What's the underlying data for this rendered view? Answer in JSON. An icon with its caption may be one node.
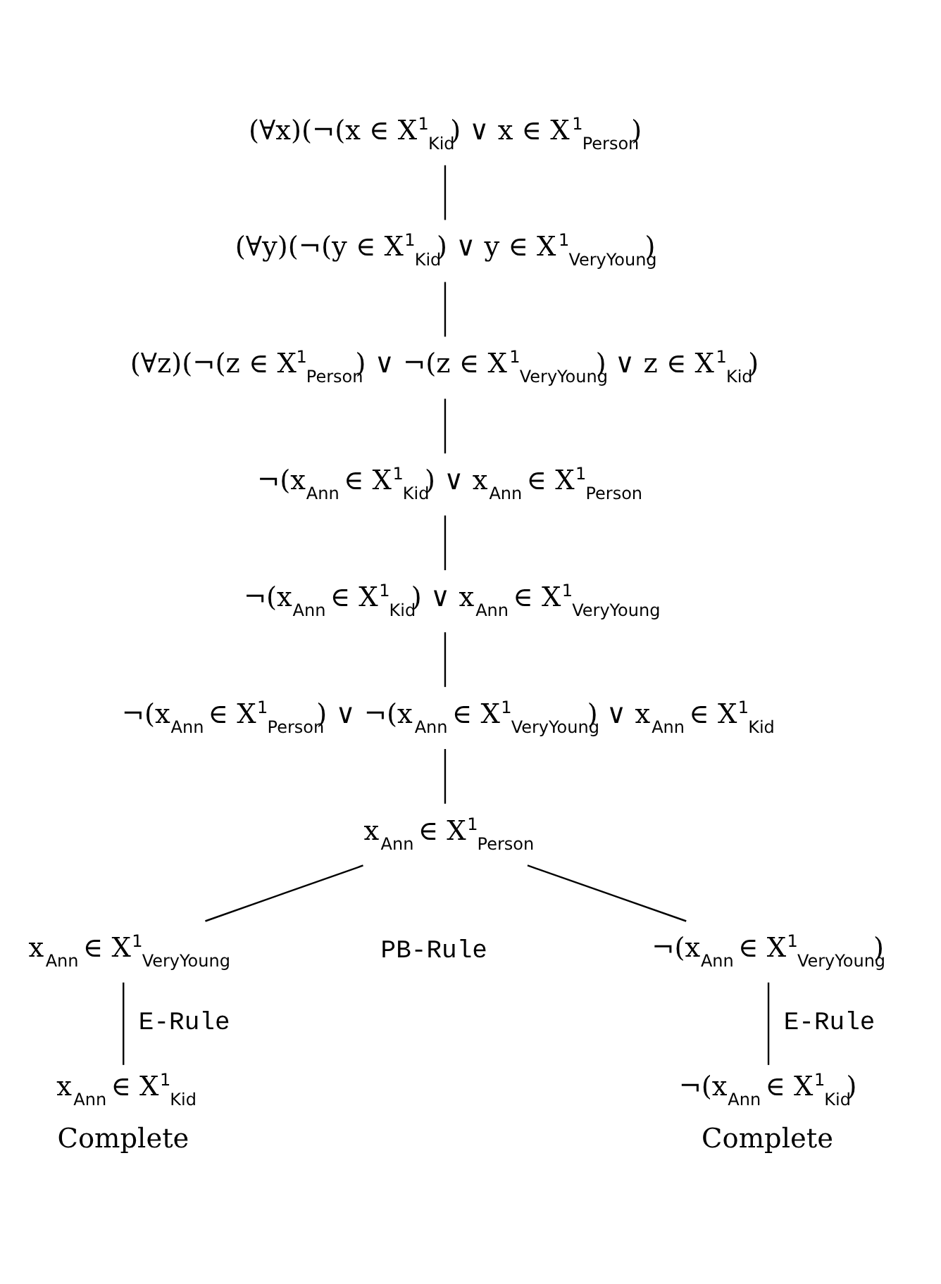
{
  "diagram": {
    "nodes": [
      {
        "text": [
          "(∀x)(¬(x ∈ X$^{1}$$_{Kid}$) ∨ x ∈ X$^{1}$$_{Person}$)"
        ]
      },
      {
        "text": [
          "(∀y)(¬(y ∈ X$^{1}$$_{Kid}$) ∨ y ∈ X$^{1}$$_{VeryYoung}$)"
        ]
      },
      {
        "text": [
          "(∀z)(¬(z ∈ X$^{1}$$_{Person}$) ∨ ¬(z ∈ X$^{1}$$_{VeryYoung}$) ∨ z ∈ X$^{1}$$_{Kid}$)"
        ]
      },
      {
        "text": [
          "¬(x$_{Ann}$ ∈ X$^{1}$$_{Kid}$) ∨ x$_{Ann}$ ∈ X$^{1}$$_{Person}$"
        ]
      },
      {
        "text": [
          "¬(x$_{Ann}$ ∈ X$^{1}$$_{Kid}$) ∨ x$_{Ann}$ ∈ X$^{1}$$_{VeryYoung}$"
        ]
      },
      {
        "text": [
          "¬(x$_{Ann}$ ∈ X$^{1}$$_{Person}$) ∨ ¬(x$_{Ann}$ ∈ X$^{1}$$_{VeryYoung}$) ∨ x$_{Ann}$ ∈ X$^{1}$$_{Kid}$"
        ]
      },
      {
        "text": [
          "x$_{Ann}$ ∈ X$^{1}$$_{Person}$"
        ]
      },
      {
        "text": [
          "x$_{Ann}$ ∈ X$^{1}$$_{VeryYoung}$"
        ]
      },
      {
        "text": [
          "¬(x$_{Ann}$ ∈ X$^{1}$$_{VeryYoung}$)"
        ]
      },
      {
        "text": [
          "x$_{Ann}$ ∈ X$^{1}$$_{Kid}$"
        ],
        "beside": [
          "Complete"
        ]
      },
      {
        "text": [
          "¬(x$_{Ann}$ ∈ X$^{1}$$_{Kid}$)"
        ],
        "beside": [
          "Complete"
        ]
      }
    ],
    "edges": [
      {
        "from": 0,
        "to": 1,
        "arrow": "none"
      },
      {
        "from": 1,
        "to": 2,
        "arrow": "none"
      },
      {
        "from": 2,
        "to": 3,
        "arrow": "none"
      },
      {
        "from": 3,
        "to": 4,
        "arrow": "none"
      },
      {
        "from": 4,
        "to": 5,
        "arrow": "none"
      },
      {
        "from": 5,
        "to": 6,
        "arrow": "none"
      },
      {
        "from": 6,
        "to": 7,
        "arrow": "none"
      },
      {
        "from": 6,
        "to": 8,
        "arrow": "none"
      },
      {
        "from": 7,
        "to": 9,
        "arrow": "none",
        "label": "E-Rule"
      },
      {
        "from": 8,
        "to": 10,
        "arrow": "none",
        "label": "E-Rule"
      }
    ],
    "labels": [
      "PB-Rule"
    ]
  }
}
